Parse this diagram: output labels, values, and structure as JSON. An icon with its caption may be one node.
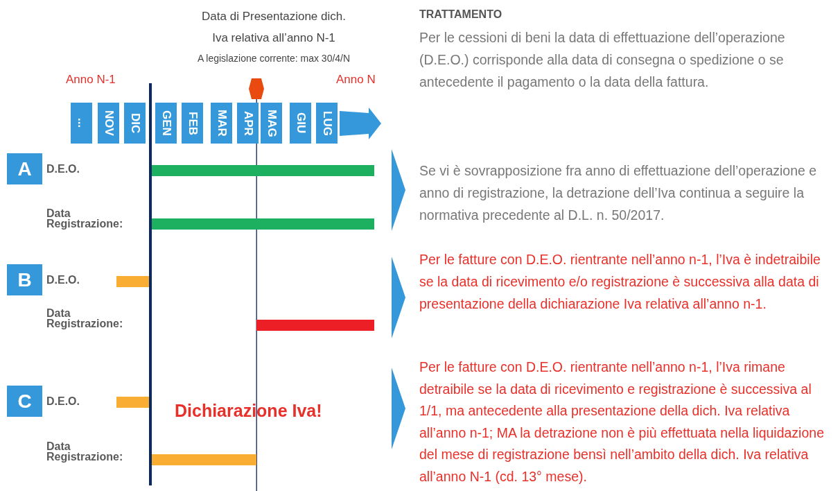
{
  "diagram": {
    "nodes": [
      {
        "text": [
          "..."
        ]
      },
      {
        "text": [
          "NOV"
        ]
      },
      {
        "text": [
          "DIC"
        ]
      },
      {
        "text": [
          "GEN"
        ]
      },
      {
        "text": [
          "FEB"
        ]
      },
      {
        "text": [
          "MAR"
        ]
      },
      {
        "text": [
          "APR"
        ]
      },
      {
        "text": [
          "MAG"
        ]
      },
      {
        "text": [
          "GIU"
        ]
      },
      {
        "text": [
          "LUG"
        ]
      },
      {
        "text": [
          "A"
        ]
      },
      {
        "text": [
          "B"
        ]
      },
      {
        "text": [
          "C"
        ]
      },
      {
        "text": [],
        "shape": "bar"
      },
      {
        "text": [],
        "shape": "bar"
      },
      {
        "text": [],
        "shape": "bar"
      },
      {
        "text": [],
        "shape": "bar"
      },
      {
        "text": [],
        "shape": "bar"
      },
      {
        "text": [],
        "shape": "bar"
      }
    ],
    "edges": [],
    "labels": [
      "Data di Presentazione dich. Iva relativa all’anno N-1",
      "A legislazione corrente: max 30/4/N",
      "TRATTAMENTO",
      "Per le cessioni di beni la data di effettuazione dell’operazione (D.E.O.) corrisponde alla data di consegna o spedizione o se antecedente il pagamento o la data della fattura.",
      "Anno N-1",
      "Anno N",
      "D.E.O.",
      "Se vi è sovrapposizione fra anno di effettuazione dell’operazione e anno di registrazione, la detrazione dell’Iva continua a seguire la normativa precedente al D.L. n. 50/2017.",
      "Data Registrazione:",
      "D.E.O.",
      "Per le fatture con D.E.O. rientrante nell’anno n-1, l’Iva è indetraibile se la data di ricevimento e/o registrazione è successiva  alla data di presentazione della dichiarazione Iva relativa all’anno n-1.",
      "Data Registrazione:",
      "Per le fatture con D.E.O. rientrante nell’anno n-1, l’Iva rimane detraibile se la data di ricevimento e registrazione è successiva al 1/1, ma antecedente alla presentazione della dich. Iva relativa all’anno n-1; MA la detrazione non è più effettuata nella liquidazione del mese di registrazione bensì nell’ambito della dich. Iva relativa all’anno N-1 (cd. 13° mese).",
      "D.E.O.",
      "Dichiarazione Iva!",
      "Data Registrazione:"
    ]
  }
}
